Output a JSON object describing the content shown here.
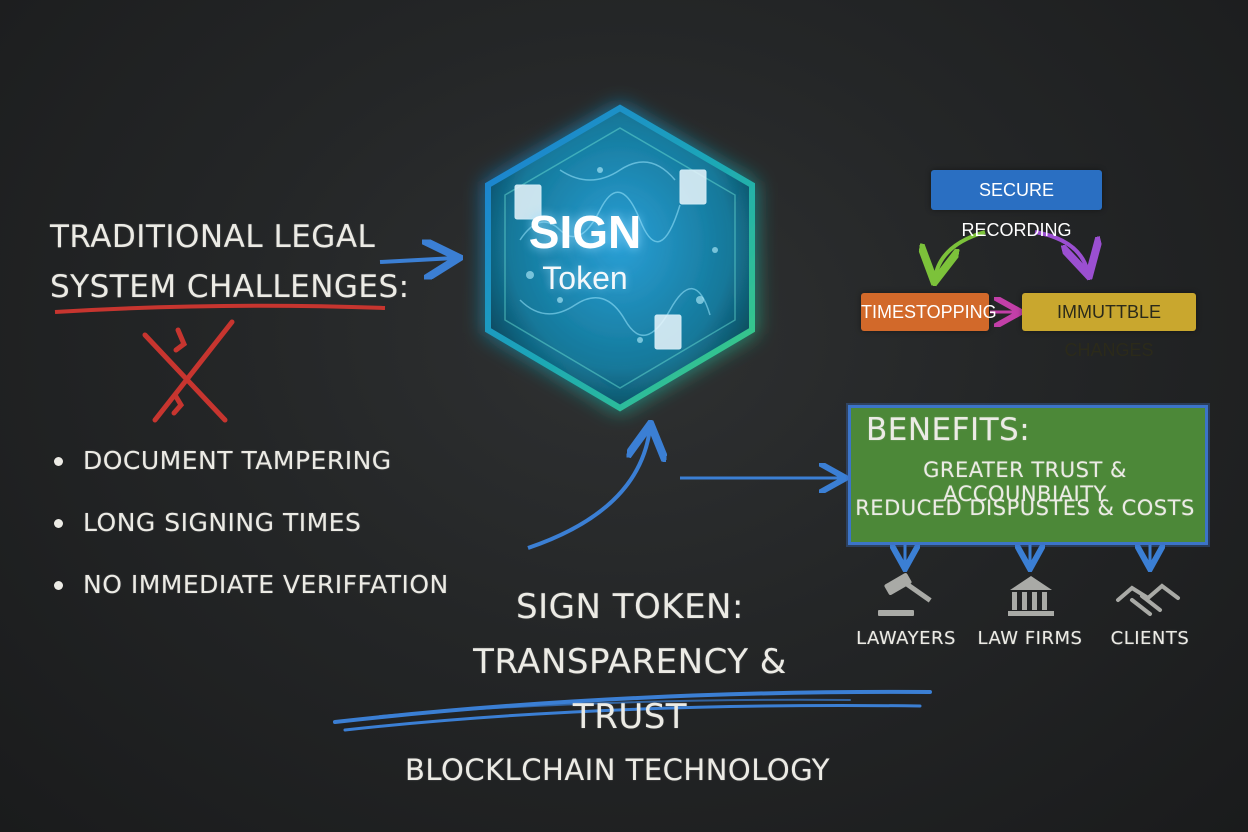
{
  "heading": {
    "line1": "TRADITIONAL LEGAL",
    "line2": "SYSTEM CHALLENGES:"
  },
  "challenges": [
    "DOCUMENT TAMPERING",
    "LONG SIGNING TIMES",
    "NO IMMEDIATE VERIFFATION"
  ],
  "token": {
    "title": "SIGN",
    "subtitle": "Token"
  },
  "process": {
    "top": "SECURE RECORDING",
    "left": "TIMESTOPPING",
    "right": "IMMUTTBLE CHANGES"
  },
  "benefits": {
    "title": "BENEFITS:",
    "items": [
      "GREATER TRUST & ACCOUNBIAITY",
      "REDUCED DISPUSTES & COSTS"
    ]
  },
  "audiences": [
    {
      "label": "LAWAYERS",
      "icon": "gavel-icon"
    },
    {
      "label": "LAW FIRMS",
      "icon": "courthouse-icon"
    },
    {
      "label": "CLIENTS",
      "icon": "handshake-icon"
    }
  ],
  "tagline": {
    "line1": "SIGN TOKEN:",
    "line2": "TRANSPARENCY & TRUST"
  },
  "footer": "BLOCKLCHAIN TECHNOLOGY",
  "colors": {
    "chalk": "#ecebe5",
    "chalk_red": "#c7352f",
    "chalk_blue": "#3b7fd4",
    "hex_glow": "#40e0c0",
    "box_blue": "#2a6fc2",
    "box_orange": "#d2692a",
    "box_yellow": "#c9a72e",
    "benefits_green": "#4c8838"
  }
}
